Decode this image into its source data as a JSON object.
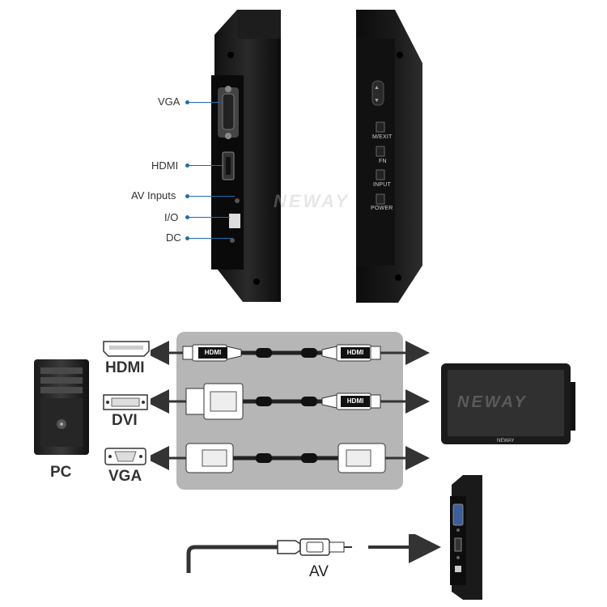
{
  "side_ports": {
    "vga": "VGA",
    "hdmi": "HDMI",
    "av_inputs": "AV Inputs",
    "io": "I/O",
    "dc": "DC"
  },
  "back_buttons": {
    "menu_exit": "M/EXIT",
    "fn": "FN",
    "input": "INPUT",
    "power": "POWER"
  },
  "connections": {
    "pc": "PC",
    "hdmi": "HDMI",
    "dvi": "DVI",
    "vga": "VGA",
    "hdmi_plug_left": "HDMI",
    "hdmi_plug_right": "HDMI",
    "hdmi_plug_dvi": "HDMI",
    "av": "AV"
  },
  "brand": {
    "watermark": "NEWAY",
    "monitor_logo": "NEWAY",
    "screen_watermark": "NEWAY"
  }
}
